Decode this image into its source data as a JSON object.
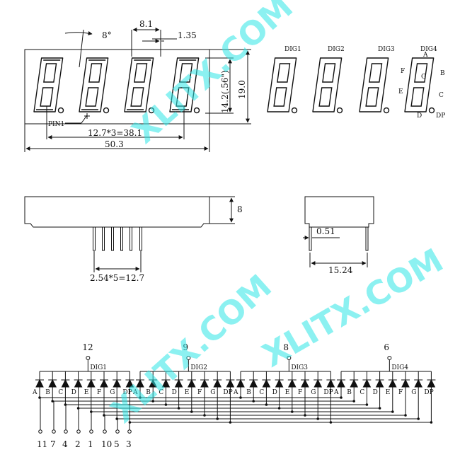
{
  "watermark": [
    "XLITX.COM",
    "XLITX.COM",
    "XLITX.COM"
  ],
  "front_view": {
    "angle": "8°",
    "segment_width": "8.1",
    "stroke": "1.35",
    "height": "19.0",
    "digit_height": "14.2(.56\")",
    "pin_label": "PIN1",
    "pitch": "12.7*3=38.1",
    "width": "50.3"
  },
  "digit_labels": [
    "DIG1",
    "DIG2",
    "DIG3",
    "DIG4"
  ],
  "segment_labels": [
    "A",
    "B",
    "C",
    "D",
    "E",
    "F",
    "G",
    "DP"
  ],
  "side_view": {
    "depth": "8",
    "pin_pitch": "2.54*5=12.7"
  },
  "end_view": {
    "pin_dia": "0.51",
    "row_spacing": "15.24"
  },
  "schematic": {
    "common_pins": [
      "12",
      "9",
      "8",
      "6"
    ],
    "digits": [
      "DIG1",
      "DIG2",
      "DIG3",
      "DIG4"
    ],
    "segments": [
      "A",
      "B",
      "C",
      "D",
      "E",
      "F",
      "G",
      "DP"
    ],
    "bottom_pins": [
      "11",
      "7",
      "4",
      "2",
      "1",
      "10",
      "5",
      "3"
    ]
  }
}
